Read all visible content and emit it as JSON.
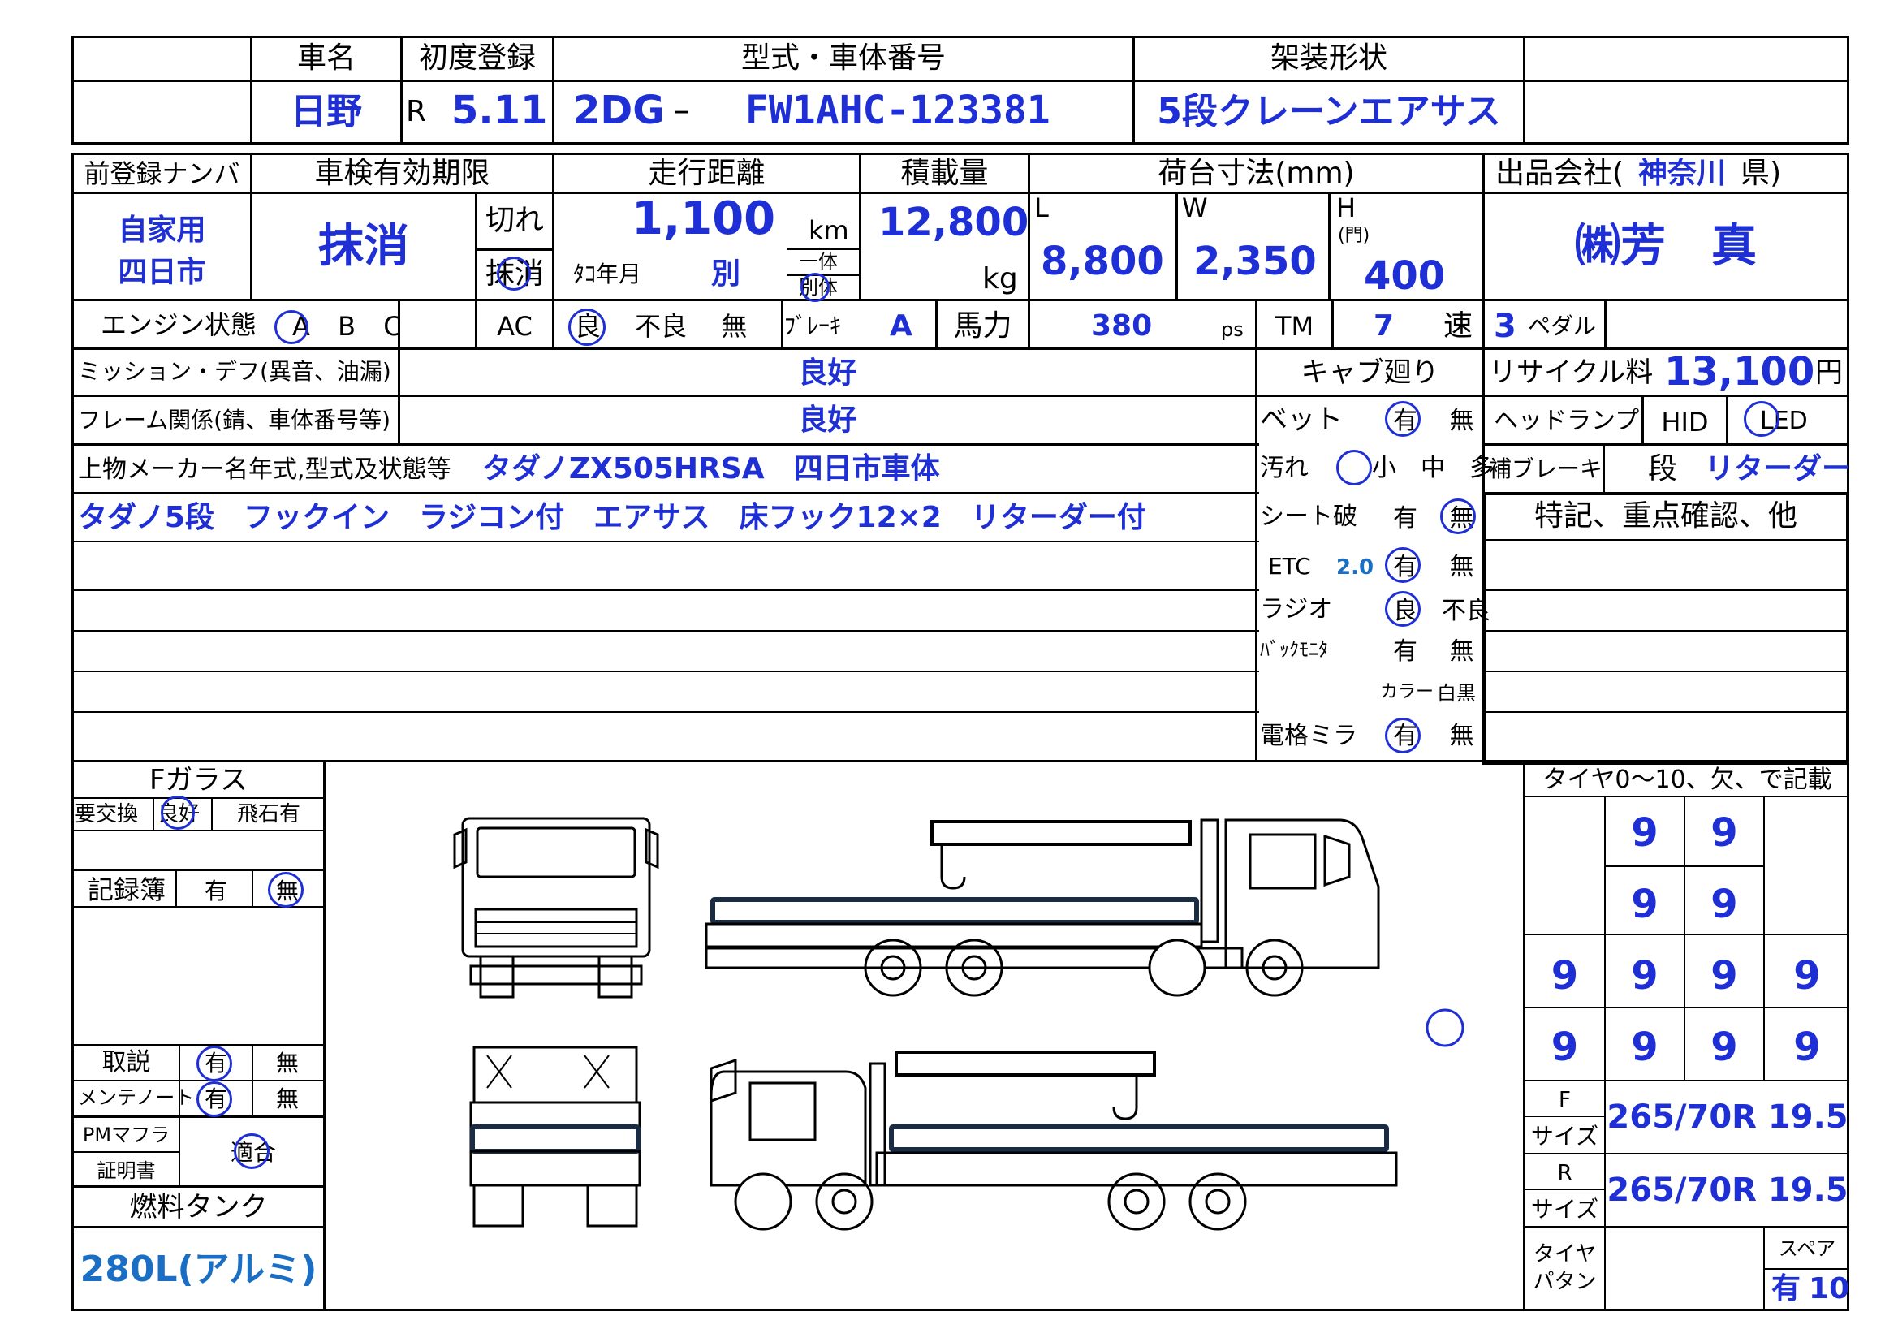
{
  "top": {
    "h_name": "車名",
    "h_reg": "初度登録",
    "h_model": "型式・車体番号",
    "h_body": "架装形状",
    "maker": "日野",
    "era": "R",
    "reg_date": "5.11",
    "model_prefix": "2DG",
    "model_dash": "–",
    "chassis": "FW1AHC-123381",
    "body_type": "5段クレーンエアサス"
  },
  "row2": {
    "h_prev_plate": "前登録ナンバ",
    "h_inspect": "車検有効期限",
    "h_mileage": "走行距離",
    "h_load": "積載量",
    "h_bed": "荷台寸法(mm)",
    "h_seller": "出品会社(",
    "seller_pref": "神奈川",
    "h_seller_end": "県)",
    "plate1": "自家用",
    "plate2": "四日市",
    "inspect_val": "抹消",
    "kire": "切れ",
    "massho": "抹消",
    "mileage": "1,100",
    "km": "km",
    "tacho": "ﾀｺ年月",
    "tacho_val": "別",
    "ittai": "一体",
    "betsutai": "別体",
    "load": "12,800",
    "kg": "kg",
    "L": "L",
    "L_val": "8,800",
    "W": "W",
    "W_val": "2,350",
    "H": "H",
    "H_sub": "(門)",
    "H_val": "400",
    "seller": "㈱芳　真"
  },
  "row3": {
    "engine": "エンジン状態",
    "abc": "A B C",
    "ac": "AC",
    "ac_opts": "良　 不良　 無",
    "brake": "ﾌﾞﾚｰｷ",
    "brake_val": "A",
    "hp": "馬力",
    "hp_val": "380",
    "ps": "ps",
    "tm": "TM",
    "tm_val": "7",
    "speed": "速",
    "pedal_val": "3",
    "pedal": "ペダル"
  },
  "mid": {
    "mission": "ミッション・デフ(異音、油漏)",
    "mission_val": "良好",
    "frame": "フレーム関係(錆、車体番号等)",
    "frame_val": "良好",
    "upper": "上物メーカー名年式,型式及状態等",
    "upper_val": "タダノZX505HRSA　四日市車体",
    "detail": "タダノ5段　フックイン　ラジコン付　エアサス　床フック12×2　リターダー付"
  },
  "cab": {
    "title": "キャブ廻り",
    "bed": "ベット",
    "bed_opts": "有　 無",
    "dirt": "汚れ",
    "dirt_opts": "小　中　多",
    "seat": "シート破",
    "seat_opts": "有　 無",
    "etc": "ETC",
    "etc_ver": "2.0",
    "etc_opts": "有　 無",
    "radio": "ラジオ",
    "radio_opts": "良　不良",
    "backmon": "ﾊﾞｯｸﾓﾆﾀ",
    "backmon_opts": "有　 無",
    "color": "カラー",
    "color_opts": "白黒",
    "mirror": "電格ミラ",
    "mirror_opts": "有　 無"
  },
  "right": {
    "recycle": "リサイクル料",
    "recycle_val": "13,100",
    "yen": "円",
    "headlamp": "ヘッドランプ",
    "hid": "HID",
    "led": "LED",
    "aux_brake": "補ブレーキ",
    "dan": "段",
    "retarder": "リターダー",
    "notes_title": "特記、重点確認、他"
  },
  "left": {
    "fglass": "Fガラス",
    "change": "要交換",
    "good": "良好",
    "chip": "飛石有",
    "record": "記録簿",
    "rec_yes": "有",
    "rec_no": "無",
    "manual": "取説",
    "man_yes": "有",
    "man_no": "無",
    "mnote": "メンテノート",
    "mn_yes": "有",
    "mn_no": "無",
    "pm1": "PMマフラ",
    "pm2": "証明書",
    "pm_val": "適合",
    "fuel": "燃料タンク",
    "fuel_val": "280L(アルミ)"
  },
  "tire": {
    "title": "タイヤ0〜10、欠、で記載",
    "r1": [
      "9",
      "9"
    ],
    "r2": [
      "9",
      "9"
    ],
    "r3": [
      "9",
      "9",
      "9",
      "9"
    ],
    "r4": [
      "9",
      "9",
      "9",
      "9"
    ],
    "f_label1": "F",
    "f_label2": "サイズ",
    "f_size": "265/70R 19.5",
    "r_label1": "R",
    "r_label2": "サイズ",
    "r_size": "265/70R 19.5",
    "pattern1": "タイヤ",
    "pattern2": "パタン",
    "spare": "スペア",
    "spare_val1": "有",
    "spare_val2": "10"
  }
}
